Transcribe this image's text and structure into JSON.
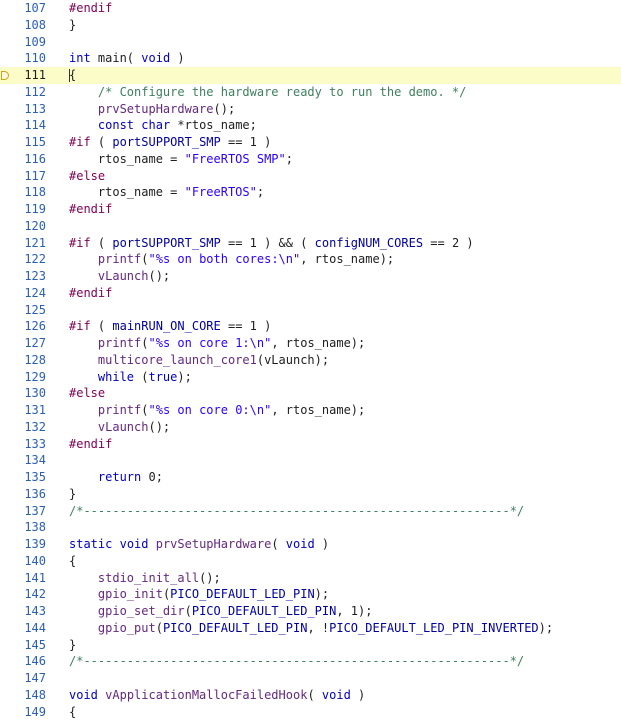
{
  "editor": {
    "current_line": 111,
    "lines": [
      {
        "n": 107,
        "tokens": [
          [
            "pp",
            "#endif"
          ]
        ]
      },
      {
        "n": 108,
        "tokens": [
          [
            "tx",
            "}"
          ]
        ]
      },
      {
        "n": 109,
        "tokens": []
      },
      {
        "n": 110,
        "tokens": [
          [
            "kw",
            "int"
          ],
          [
            "tx",
            " main( "
          ],
          [
            "kw",
            "void"
          ],
          [
            "tx",
            " )"
          ]
        ]
      },
      {
        "n": 111,
        "tokens": [
          [
            "tx",
            "{"
          ]
        ],
        "current": true,
        "breakpoint": true
      },
      {
        "n": 112,
        "tokens": [
          [
            "tx",
            "    "
          ],
          [
            "cm",
            "/* Configure the hardware ready to run the demo. */"
          ]
        ]
      },
      {
        "n": 113,
        "tokens": [
          [
            "tx",
            "    "
          ],
          [
            "fn",
            "prvSetupHardware"
          ],
          [
            "tx",
            "();"
          ]
        ]
      },
      {
        "n": 114,
        "tokens": [
          [
            "tx",
            "    "
          ],
          [
            "kw",
            "const"
          ],
          [
            "tx",
            " "
          ],
          [
            "kw",
            "char"
          ],
          [
            "tx",
            " *rtos_name;"
          ]
        ]
      },
      {
        "n": 115,
        "tokens": [
          [
            "pp",
            "#if"
          ],
          [
            "tx",
            " ( "
          ],
          [
            "mac",
            "portSUPPORT_SMP"
          ],
          [
            "tx",
            " == 1 )"
          ]
        ]
      },
      {
        "n": 116,
        "tokens": [
          [
            "tx",
            "    rtos_name = "
          ],
          [
            "str",
            "\"FreeRTOS SMP\""
          ],
          [
            "tx",
            ";"
          ]
        ]
      },
      {
        "n": 117,
        "tokens": [
          [
            "pp",
            "#else"
          ]
        ]
      },
      {
        "n": 118,
        "tokens": [
          [
            "tx",
            "    rtos_name = "
          ],
          [
            "str",
            "\"FreeRTOS\""
          ],
          [
            "tx",
            ";"
          ]
        ]
      },
      {
        "n": 119,
        "tokens": [
          [
            "pp",
            "#endif"
          ]
        ]
      },
      {
        "n": 120,
        "tokens": []
      },
      {
        "n": 121,
        "tokens": [
          [
            "pp",
            "#if"
          ],
          [
            "tx",
            " ( "
          ],
          [
            "mac",
            "portSUPPORT_SMP"
          ],
          [
            "tx",
            " == 1 ) && ( "
          ],
          [
            "mac",
            "configNUM_CORES"
          ],
          [
            "tx",
            " == 2 )"
          ]
        ]
      },
      {
        "n": 122,
        "tokens": [
          [
            "tx",
            "    "
          ],
          [
            "fn",
            "printf"
          ],
          [
            "tx",
            "("
          ],
          [
            "str",
            "\"%s on both cores:\\n\""
          ],
          [
            "tx",
            ", rtos_name);"
          ]
        ]
      },
      {
        "n": 123,
        "tokens": [
          [
            "tx",
            "    "
          ],
          [
            "fn",
            "vLaunch"
          ],
          [
            "tx",
            "();"
          ]
        ]
      },
      {
        "n": 124,
        "tokens": [
          [
            "pp",
            "#endif"
          ]
        ]
      },
      {
        "n": 125,
        "tokens": []
      },
      {
        "n": 126,
        "tokens": [
          [
            "pp",
            "#if"
          ],
          [
            "tx",
            " ( "
          ],
          [
            "mac",
            "mainRUN_ON_CORE"
          ],
          [
            "tx",
            " == 1 )"
          ]
        ]
      },
      {
        "n": 127,
        "tokens": [
          [
            "tx",
            "    "
          ],
          [
            "fn",
            "printf"
          ],
          [
            "tx",
            "("
          ],
          [
            "str",
            "\"%s on core 1:\\n\""
          ],
          [
            "tx",
            ", rtos_name);"
          ]
        ]
      },
      {
        "n": 128,
        "tokens": [
          [
            "tx",
            "    "
          ],
          [
            "fn",
            "multicore_launch_core1"
          ],
          [
            "tx",
            "(vLaunch);"
          ]
        ]
      },
      {
        "n": 129,
        "tokens": [
          [
            "tx",
            "    "
          ],
          [
            "kw",
            "while"
          ],
          [
            "tx",
            " ("
          ],
          [
            "kw",
            "true"
          ],
          [
            "tx",
            ");"
          ]
        ]
      },
      {
        "n": 130,
        "tokens": [
          [
            "pp",
            "#else"
          ]
        ]
      },
      {
        "n": 131,
        "tokens": [
          [
            "tx",
            "    "
          ],
          [
            "fn",
            "printf"
          ],
          [
            "tx",
            "("
          ],
          [
            "str",
            "\"%s on core 0:\\n\""
          ],
          [
            "tx",
            ", rtos_name);"
          ]
        ]
      },
      {
        "n": 132,
        "tokens": [
          [
            "tx",
            "    "
          ],
          [
            "fn",
            "vLaunch"
          ],
          [
            "tx",
            "();"
          ]
        ]
      },
      {
        "n": 133,
        "tokens": [
          [
            "pp",
            "#endif"
          ]
        ]
      },
      {
        "n": 134,
        "tokens": []
      },
      {
        "n": 135,
        "tokens": [
          [
            "tx",
            "    "
          ],
          [
            "kw",
            "return"
          ],
          [
            "tx",
            " 0;"
          ]
        ]
      },
      {
        "n": 136,
        "tokens": [
          [
            "tx",
            "}"
          ]
        ]
      },
      {
        "n": 137,
        "tokens": [
          [
            "cm",
            "/*-----------------------------------------------------------*/"
          ]
        ]
      },
      {
        "n": 138,
        "tokens": []
      },
      {
        "n": 139,
        "tokens": [
          [
            "kw",
            "static"
          ],
          [
            "tx",
            " "
          ],
          [
            "kw",
            "void"
          ],
          [
            "tx",
            " "
          ],
          [
            "fn",
            "prvSetupHardware"
          ],
          [
            "tx",
            "( "
          ],
          [
            "kw",
            "void"
          ],
          [
            "tx",
            " )"
          ]
        ]
      },
      {
        "n": 140,
        "tokens": [
          [
            "tx",
            "{"
          ]
        ]
      },
      {
        "n": 141,
        "tokens": [
          [
            "tx",
            "    "
          ],
          [
            "fn",
            "stdio_init_all"
          ],
          [
            "tx",
            "();"
          ]
        ]
      },
      {
        "n": 142,
        "tokens": [
          [
            "tx",
            "    "
          ],
          [
            "fn",
            "gpio_init"
          ],
          [
            "tx",
            "("
          ],
          [
            "mac",
            "PICO_DEFAULT_LED_PIN"
          ],
          [
            "tx",
            ");"
          ]
        ]
      },
      {
        "n": 143,
        "tokens": [
          [
            "tx",
            "    "
          ],
          [
            "fn",
            "gpio_set_dir"
          ],
          [
            "tx",
            "("
          ],
          [
            "mac",
            "PICO_DEFAULT_LED_PIN"
          ],
          [
            "tx",
            ", 1);"
          ]
        ]
      },
      {
        "n": 144,
        "tokens": [
          [
            "tx",
            "    "
          ],
          [
            "fn",
            "gpio_put"
          ],
          [
            "tx",
            "("
          ],
          [
            "mac",
            "PICO_DEFAULT_LED_PIN"
          ],
          [
            "tx",
            ", !"
          ],
          [
            "mac",
            "PICO_DEFAULT_LED_PIN_INVERTED"
          ],
          [
            "tx",
            ");"
          ]
        ]
      },
      {
        "n": 145,
        "tokens": [
          [
            "tx",
            "}"
          ]
        ]
      },
      {
        "n": 146,
        "tokens": [
          [
            "cm",
            "/*-----------------------------------------------------------*/"
          ]
        ]
      },
      {
        "n": 147,
        "tokens": []
      },
      {
        "n": 148,
        "tokens": [
          [
            "kw",
            "void"
          ],
          [
            "tx",
            " "
          ],
          [
            "fn",
            "vApplicationMallocFailedHook"
          ],
          [
            "tx",
            "( "
          ],
          [
            "kw",
            "void"
          ],
          [
            "tx",
            " )"
          ]
        ]
      },
      {
        "n": 149,
        "tokens": [
          [
            "tx",
            "{"
          ]
        ]
      }
    ]
  },
  "colors": {
    "preprocessor": "#7f0055",
    "keyword": "#0000c0",
    "macro": "#0000a0",
    "string": "#2a00ff",
    "comment": "#3f7f5f",
    "function": "#642880",
    "line_number": "#2b5fb3",
    "current_line_bg": "#fcfcc8"
  }
}
